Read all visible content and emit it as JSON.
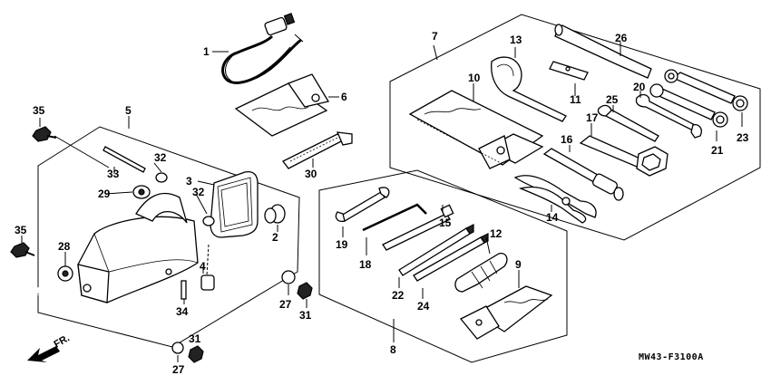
{
  "callouts": {
    "c1": "1",
    "c2": "2",
    "c3": "3",
    "c4": "4",
    "c5": "5",
    "c6": "6",
    "c7": "7",
    "c8": "8",
    "c9": "9",
    "c10": "10",
    "c11": "11",
    "c12": "12",
    "c13": "13",
    "c14": "14",
    "c15": "15",
    "c16": "16",
    "c17": "17",
    "c18": "18",
    "c19": "19",
    "c20": "20",
    "c21": "21",
    "c22": "22",
    "c23": "23",
    "c24": "24",
    "c25": "25",
    "c26": "26",
    "c27a": "27",
    "c27b": "27",
    "c28": "28",
    "c29": "29",
    "c30": "30",
    "c31a": "31",
    "c31b": "31",
    "c32a": "32",
    "c32b": "32",
    "c33": "33",
    "c34": "34",
    "c35a": "35",
    "c35b": "35"
  },
  "direction_label": "FR.",
  "drawing_code": "MW43-F3100A"
}
